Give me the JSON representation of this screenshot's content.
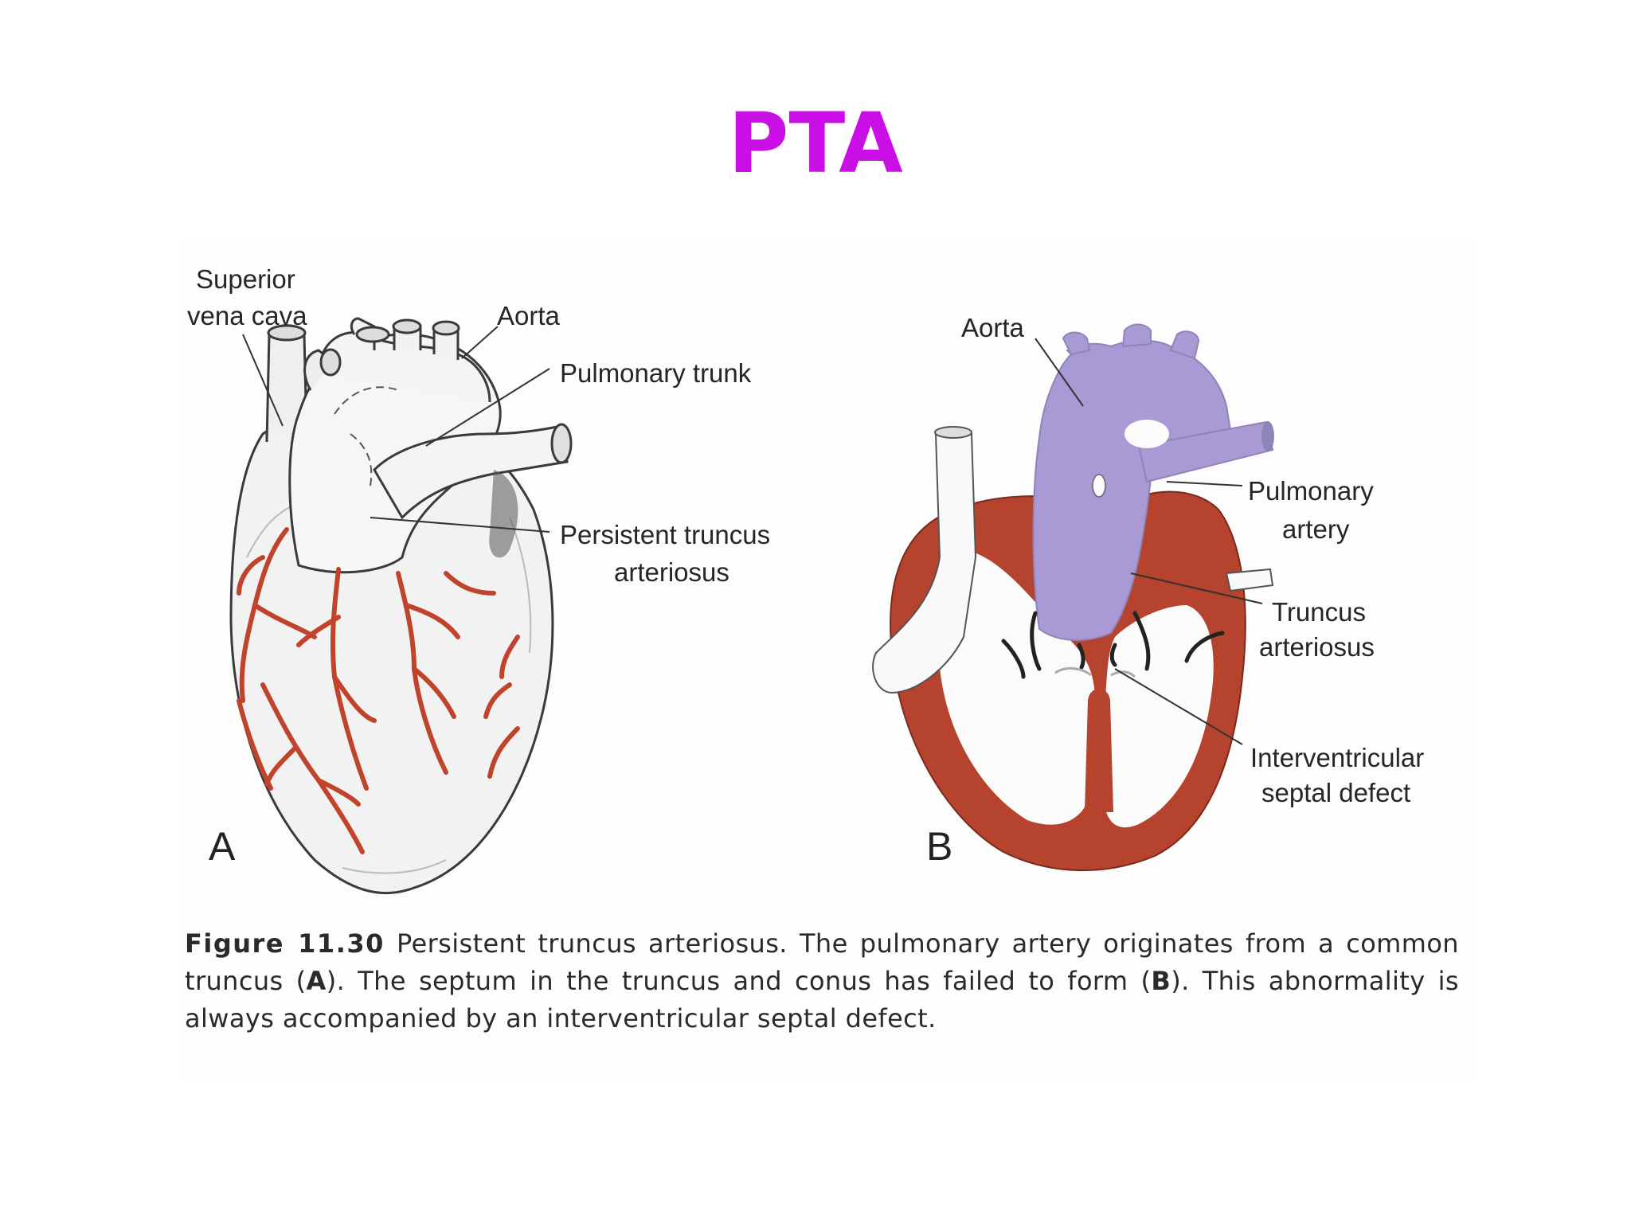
{
  "slide": {
    "title": "PTA"
  },
  "panel_a": {
    "letter": "A",
    "labels": {
      "superior_vena_cava_line1": "Superior",
      "superior_vena_cava_line2": "vena cava",
      "aorta": "Aorta",
      "pulmonary_trunk": "Pulmonary trunk",
      "persistent_truncus_line1": "Persistent truncus",
      "persistent_truncus_line2": "arteriosus"
    }
  },
  "panel_b": {
    "letter": "B",
    "labels": {
      "aorta": "Aorta",
      "pulmonary_artery_line1": "Pulmonary",
      "pulmonary_artery_line2": "artery",
      "truncus_line1": "Truncus",
      "truncus_line2": "arteriosus",
      "ivsd_line1": "Interventricular",
      "ivsd_line2": "septal defect"
    }
  },
  "caption": {
    "figure_label": "Figure 11.30",
    "part1": " Persistent truncus arteriosus. The pulmonary artery originates from a common truncus (",
    "ref_a": "A",
    "part2": "). The septum in the truncus and conus has failed to form (",
    "ref_b": "B",
    "part3": "). This abnormality is always accompanied by an interventricular septal defect."
  },
  "colors": {
    "title": "#c90ee6",
    "vessel_red": "#c0442b",
    "myocardium": "#b5432e",
    "truncus_purple": "#a99ad6"
  }
}
